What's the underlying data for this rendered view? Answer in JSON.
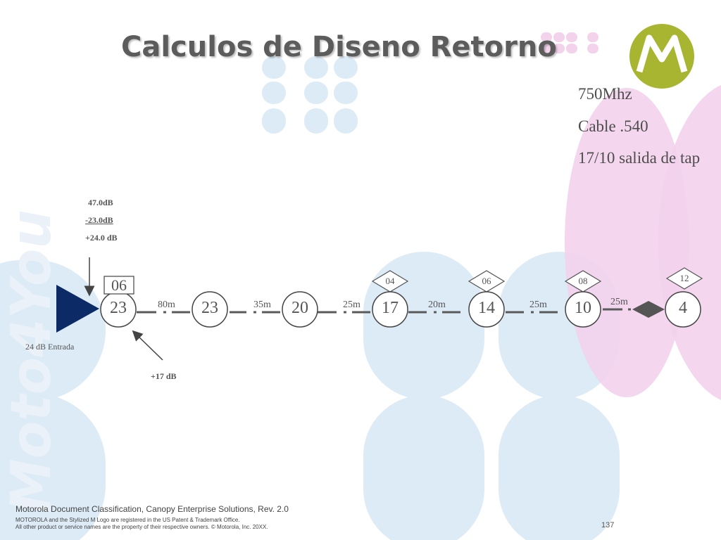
{
  "title": "Calculos de Diseno Retorno",
  "specs": {
    "frequency": "750Mhz",
    "cable": "Cable .540",
    "tap_output": "17/10 salida de tap"
  },
  "calc": {
    "line1": "47.0dB",
    "line2": "-23.0dB",
    "line3": "+24.0 dB"
  },
  "amp": {
    "input_label": "24 dB Entrada",
    "box_value": "06",
    "gain_label": "+17 dB"
  },
  "nodes": [
    "23",
    "23",
    "20",
    "17",
    "14",
    "10",
    "4"
  ],
  "taps": [
    "04",
    "06",
    "08",
    "12"
  ],
  "distances": [
    "80m",
    "35m",
    "25m",
    "20m",
    "25m",
    "25m"
  ],
  "footer": {
    "classification": "Motorola Document Classification, Canopy Enterprise Solutions, Rev. 2.0",
    "trademark1": "MOTOROLA and the Stylized M Logo are registered in the US Patent & Trademark Office.",
    "trademark2": "All other product or service names are the property of their respective owners. © Motorola, Inc. 20XX.",
    "page_number": "137"
  },
  "watermark": "Moto4You",
  "colors": {
    "light_blue": "#dcebf6",
    "pink": "#f3d2ec",
    "logo_green": "#a8b530",
    "amp_navy": "#0b2a66",
    "line_gray": "#4a4a4a"
  },
  "icons": [
    "motorola-logo-icon",
    "amplifier-triangle-icon",
    "terminator-diamond-icon"
  ]
}
